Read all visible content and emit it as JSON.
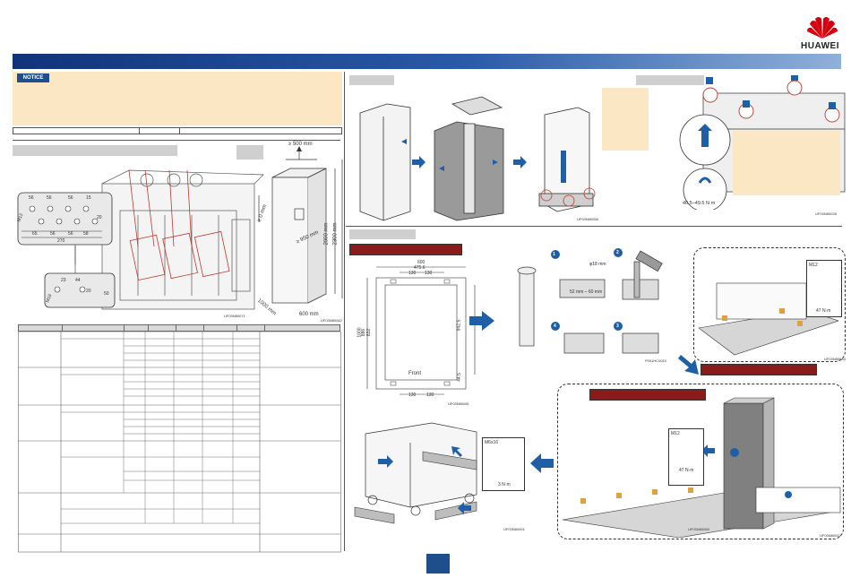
{
  "brand": {
    "name": "HUAWEI"
  },
  "notice": {
    "label": "NOTICE"
  },
  "left_drawing": {
    "dims_top": [
      "56",
      "56",
      "56",
      "15"
    ],
    "dims_mid": [
      "M12",
      "270",
      "65",
      "56",
      "56",
      "58",
      "20"
    ],
    "dims_lower": [
      "23",
      "44",
      "20",
      "50",
      "M16"
    ],
    "code": "UF03N80071"
  },
  "cabinet_dims": {
    "clearance": "≥ 500 mm",
    "side": "≥ 0 mm",
    "front": "≥ 950 mm",
    "height1": "2000 mm",
    "height2": "2300 mm",
    "depth": "1000 mm",
    "width": "600 mm",
    "code": "UF03N80082"
  },
  "unpack": {
    "code1": "UF03N80056",
    "code2": "UF03N80028",
    "torque": "40.5–49.5 N·m"
  },
  "floor_plan": {
    "w600": "600",
    "w475": "475.6",
    "w130a": "130",
    "w130b": "130",
    "h1000": "1000",
    "h886": "886",
    "h832": "832",
    "h942": "942.5",
    "h44": "44.5",
    "bw1": "130",
    "bw2": "130",
    "front": "Front",
    "code": "UF03N80081"
  },
  "anchor": {
    "dia": "φ18 mm",
    "depth": "52 mm – 60 mm",
    "steps": [
      "1",
      "2",
      "3",
      "4"
    ],
    "code": "P001HC0010"
  },
  "install": {
    "bolt": "M12",
    "torque": "47 N·m",
    "code": "UF03N80083",
    "code2": "UF03N80042"
  },
  "screw": {
    "size": "M6x16",
    "torque": "3 N·m",
    "code": "UF03N80001"
  },
  "page": {
    "number": ""
  }
}
